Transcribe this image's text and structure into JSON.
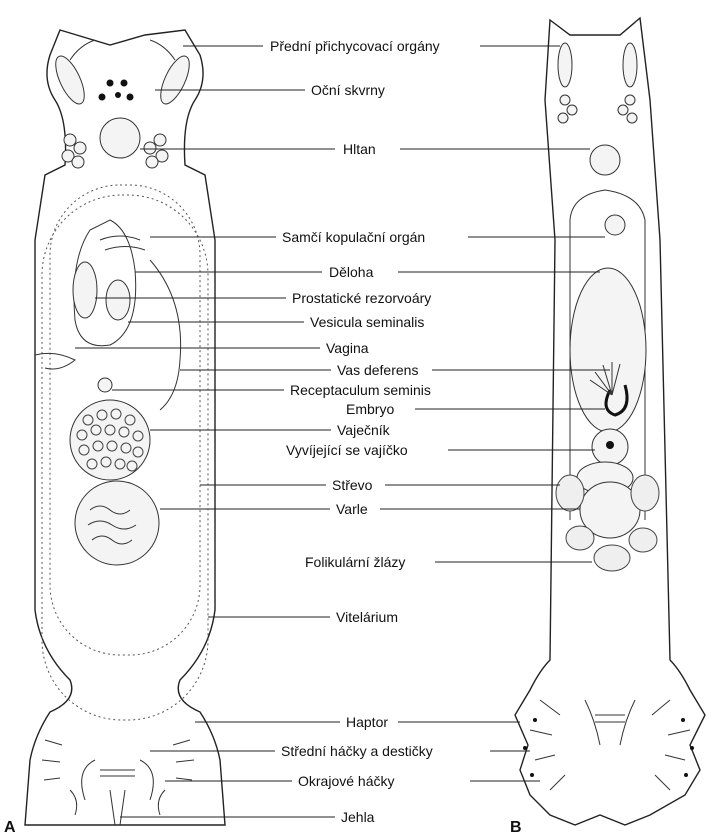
{
  "panel_labels": {
    "a": "A",
    "b": "B"
  },
  "labels": [
    "Přední přichycovací orgány",
    "Oční skvrny",
    "Hltan",
    "Samčí kopulační orgán",
    "Děloha",
    "Prostatické rezorvoáry",
    "Vesicula seminalis",
    "Vagina",
    "Vas deferens",
    "Receptaculum seminis",
    "Embryo",
    "Vaječník",
    "Vyvíjející se vajíčko",
    "Střevo",
    "Varle",
    "Folikulární žlázy",
    "Vitelárium",
    "Haptor",
    "Střední háčky a destičky",
    "Okrajové háčky",
    "Jehla"
  ]
}
